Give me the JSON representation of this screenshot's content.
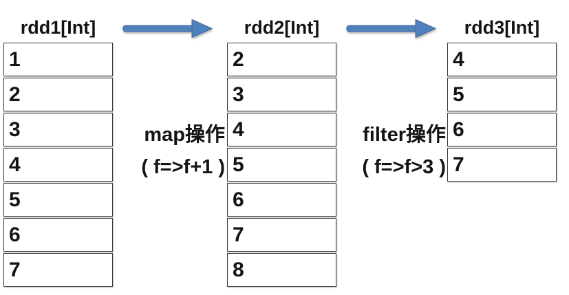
{
  "diagram": {
    "title_implicit": "RDD transformation flow",
    "rdds": [
      {
        "header": "rdd1[Int]",
        "values": [
          "1",
          "2",
          "3",
          "4",
          "5",
          "6",
          "7"
        ]
      },
      {
        "header": "rdd2[Int]",
        "values": [
          "2",
          "3",
          "4",
          "5",
          "6",
          "7",
          "8"
        ]
      },
      {
        "header": "rdd3[Int]",
        "values": [
          "4",
          "5",
          "6",
          "7"
        ]
      }
    ],
    "operations": [
      {
        "name": "map操作",
        "expression": "( f=>f+1 )"
      },
      {
        "name": "filter操作",
        "expression": "( f=>f>3 )"
      }
    ],
    "colors": {
      "arrow": "#4f81bd",
      "arrow_outline": "#44699d",
      "cell_border": "#3a3a3a",
      "text": "#141414",
      "background": "#ffffff"
    }
  }
}
